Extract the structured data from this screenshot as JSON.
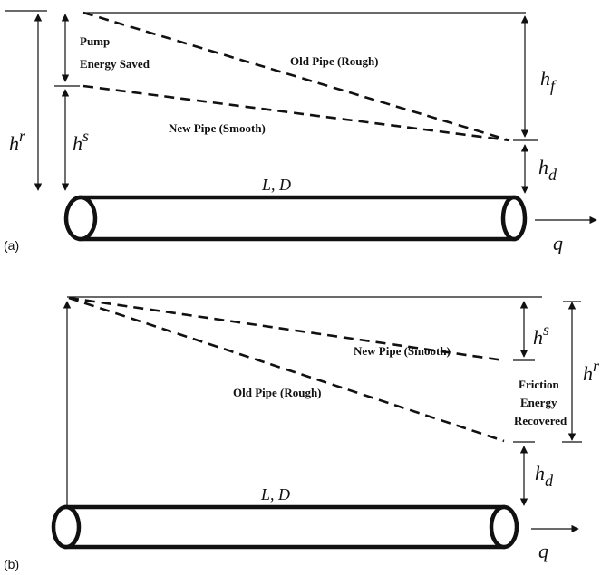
{
  "panel_a": {
    "tag": "(a)",
    "pump_label_1": "Pump",
    "pump_label_2": "Energy Saved",
    "old_pipe": "Old Pipe (Rough)",
    "new_pipe": "New Pipe (Smooth)",
    "h_r": "h",
    "h_r_sup": "r",
    "h_s": "h",
    "h_s_sup": "s",
    "h_f": "h",
    "h_f_sub": "f",
    "h_d": "h",
    "h_d_sub": "d",
    "pipe_label": "L, D",
    "flow": "q"
  },
  "panel_b": {
    "tag": "(b)",
    "new_pipe": "New Pipe (Smooth)",
    "old_pipe": "Old Pipe (Rough)",
    "friction_1": "Friction",
    "friction_2": "Energy",
    "friction_3": "Recovered",
    "h_s": "h",
    "h_s_sup": "s",
    "h_r": "h",
    "h_r_sup": "r",
    "h_d": "h",
    "h_d_sub": "d",
    "pipe_label": "L, D",
    "flow": "q"
  }
}
